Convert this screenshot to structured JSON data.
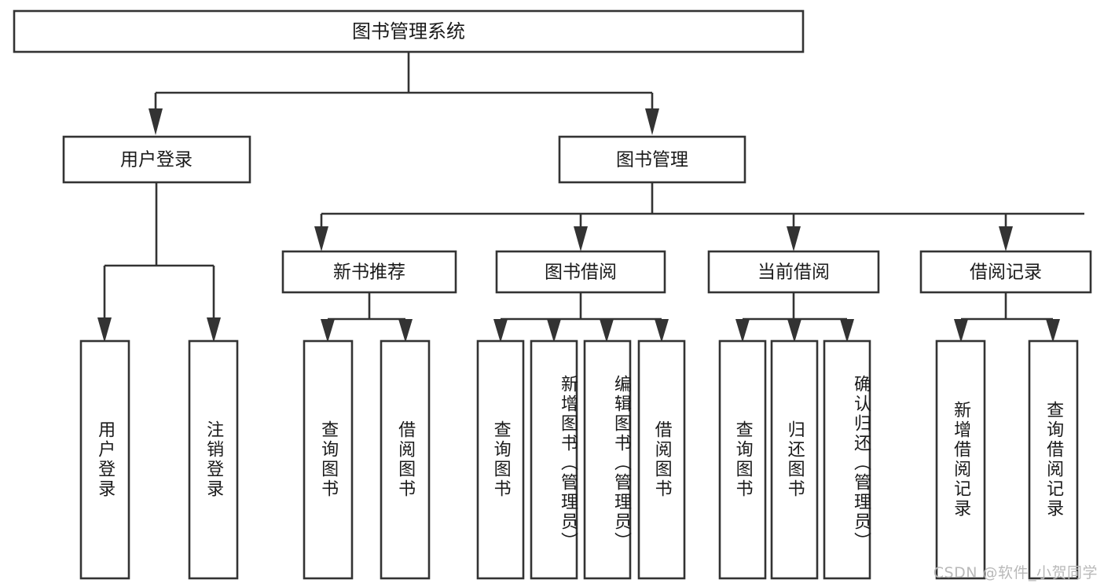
{
  "diagram": {
    "title": "图书管理系统",
    "type": "tree-hierarchy",
    "orientation": "top-down",
    "accent_color": "#333333",
    "background_color": "#ffffff",
    "node_fill": "#ffffff"
  },
  "nodes": {
    "root": {
      "label": "图书管理系统",
      "level": 0
    },
    "level1": [
      {
        "label": "用户登录",
        "level": 1
      },
      {
        "label": "图书管理",
        "level": 1
      }
    ],
    "level2": [
      {
        "label": "新书推荐",
        "level": 2,
        "parent": "图书管理"
      },
      {
        "label": "图书借阅",
        "level": 2,
        "parent": "图书管理"
      },
      {
        "label": "当前借阅",
        "level": 2,
        "parent": "图书管理"
      },
      {
        "label": "借阅记录",
        "level": 2,
        "parent": "图书管理"
      }
    ],
    "leaves": [
      {
        "label": "用户登录",
        "parent": "用户登录"
      },
      {
        "label": "注销登录",
        "parent": "用户登录"
      },
      {
        "label": "查询图书",
        "parent": "新书推荐"
      },
      {
        "label": "借阅图书",
        "parent": "新书推荐"
      },
      {
        "label": "查询图书",
        "parent": "图书借阅"
      },
      {
        "label": "新增图书（管理员）",
        "parent": "图书借阅"
      },
      {
        "label": "编辑图书（管理员）",
        "parent": "图书借阅"
      },
      {
        "label": "借阅图书",
        "parent": "图书借阅"
      },
      {
        "label": "查询图书",
        "parent": "当前借阅"
      },
      {
        "label": "归还图书",
        "parent": "当前借阅"
      },
      {
        "label": "确认归还（管理员）",
        "parent": "当前借阅"
      },
      {
        "label": "新增借阅记录",
        "parent": "借阅记录"
      },
      {
        "label": "查询借阅记录",
        "parent": "借阅记录"
      }
    ]
  },
  "watermark": {
    "text": "CSDN @软件_小贺同学"
  }
}
